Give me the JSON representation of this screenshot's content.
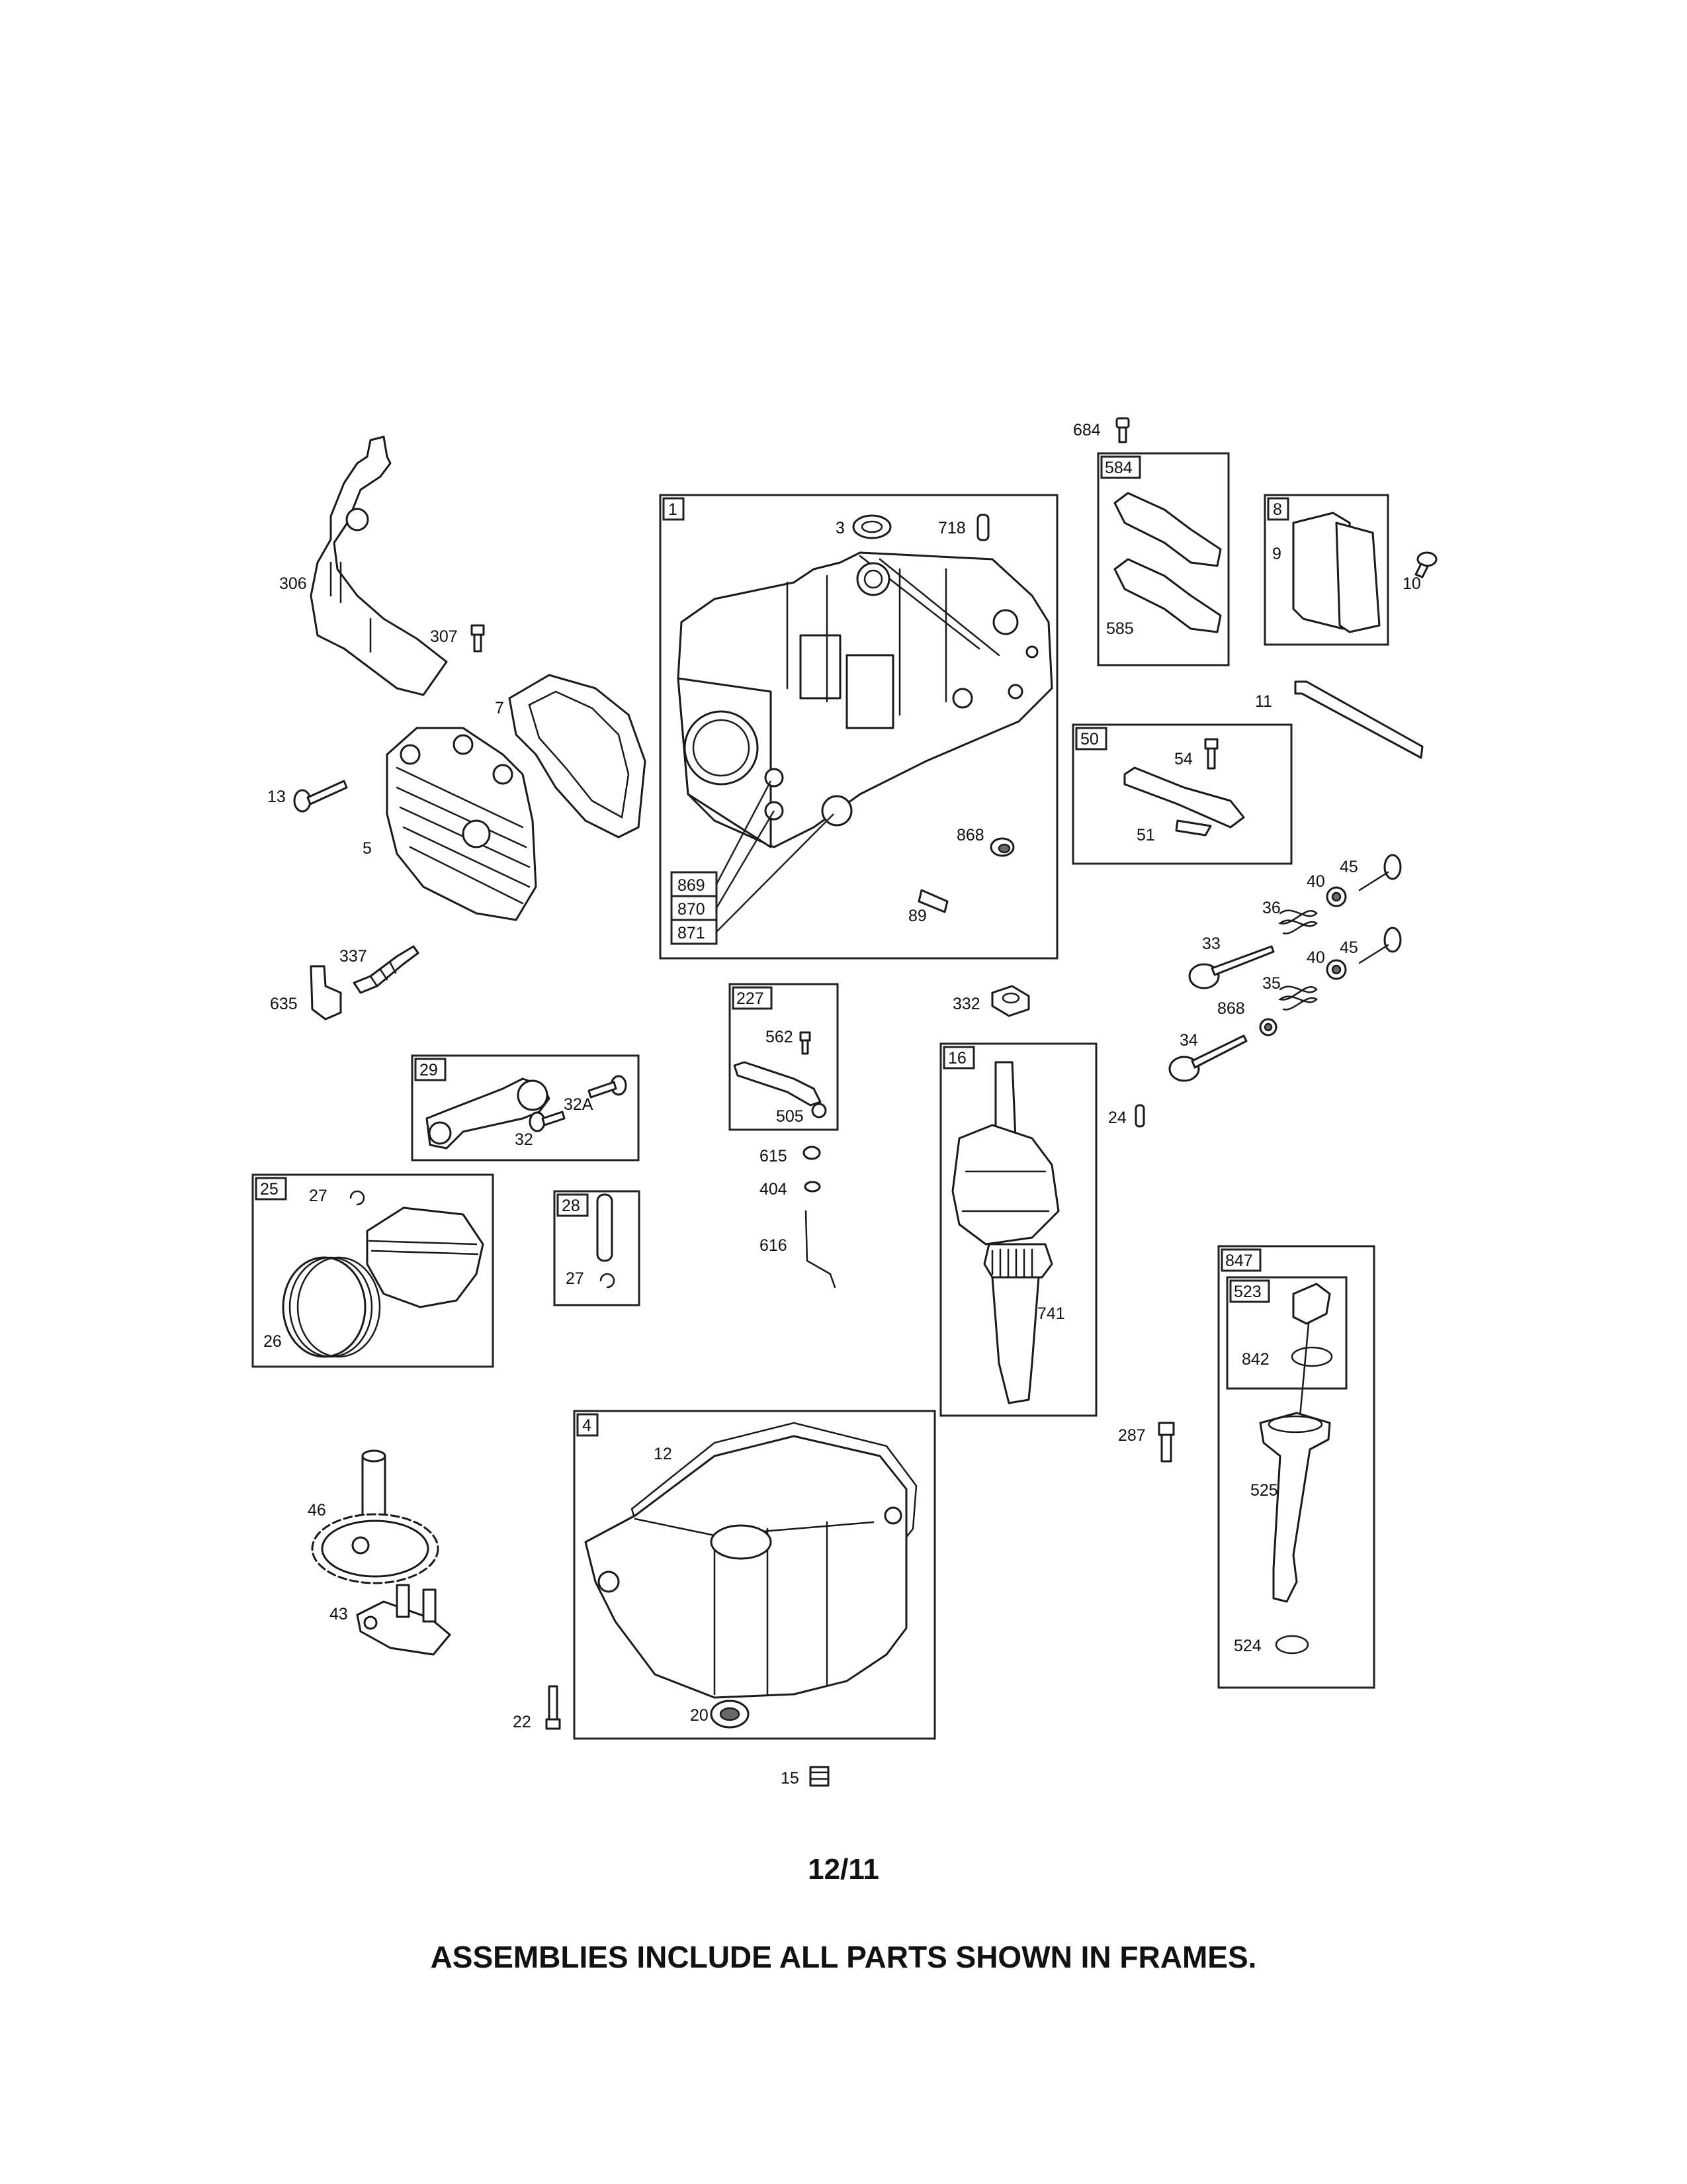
{
  "page_number": "12/11",
  "footer_note": "ASSEMBLIES INCLUDE ALL PARTS SHOWN IN FRAMES.",
  "frames": {
    "f1": "1",
    "f584": "584",
    "f8": "8",
    "f50": "50",
    "f227": "227",
    "f16": "16",
    "f29": "29",
    "f25": "25",
    "f28": "28",
    "f4": "4",
    "f847": "847",
    "f523": "523",
    "f869": "869",
    "f870": "870",
    "f871": "871"
  },
  "labels": {
    "l684": "684",
    "l585": "585",
    "l9": "9",
    "l10": "10",
    "l3": "3",
    "l718": "718",
    "l306": "306",
    "l307": "307",
    "l7": "7",
    "l11": "11",
    "l54": "54",
    "l51": "51",
    "l13": "13",
    "l5": "5",
    "l868a": "868",
    "l89": "89",
    "l40a": "40",
    "l45a": "45",
    "l36": "36",
    "l33": "33",
    "l40b": "40",
    "l45b": "45",
    "l35": "35",
    "l868b": "868",
    "l34": "34",
    "l337": "337",
    "l635": "635",
    "l332": "332",
    "l562": "562",
    "l505": "505",
    "l32A": "32A",
    "l32": "32",
    "l24": "24",
    "l615": "615",
    "l404": "404",
    "l616": "616",
    "l27a": "27",
    "l27b": "27",
    "l26": "26",
    "l741": "741",
    "l842": "842",
    "l287": "287",
    "l12": "12",
    "l525": "525",
    "l46": "46",
    "l43": "43",
    "l524": "524",
    "l22": "22",
    "l20": "20",
    "l15": "15"
  }
}
